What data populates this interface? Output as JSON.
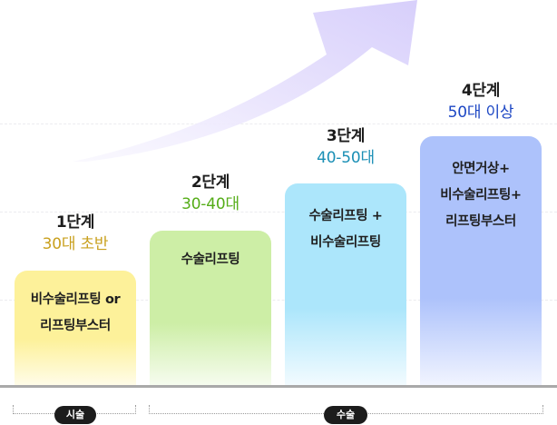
{
  "diagram": {
    "type": "staircase-progression",
    "arrow": {
      "direction": "up-right",
      "color": "#d9d2fb"
    }
  },
  "stages": [
    {
      "title": "1단계",
      "age": "30대 초반",
      "age_color": "#c9a01e",
      "box_lines": [
        "비수술리프팅 or",
        "리프팅부스터"
      ],
      "box_color": "#fdf19a"
    },
    {
      "title": "2단계",
      "age": "30-40대",
      "age_color": "#55ad18",
      "box_lines": [
        "수술리프팅"
      ],
      "box_color": "#cdeea6"
    },
    {
      "title": "3단계",
      "age": "40-50대",
      "age_color": "#1a8fb5",
      "box_lines": [
        "수술리프팅 +",
        "비수술리프팅"
      ],
      "box_color": "#ace6fb"
    },
    {
      "title": "4단계",
      "age": "50대 이상",
      "age_color": "#1d47c4",
      "box_lines": [
        "안면거상+",
        "비수술리프팅+",
        "리프팅부스터"
      ],
      "box_color": "#adc2fb"
    }
  ],
  "groups": [
    {
      "label": "시술"
    },
    {
      "label": "수술"
    }
  ]
}
